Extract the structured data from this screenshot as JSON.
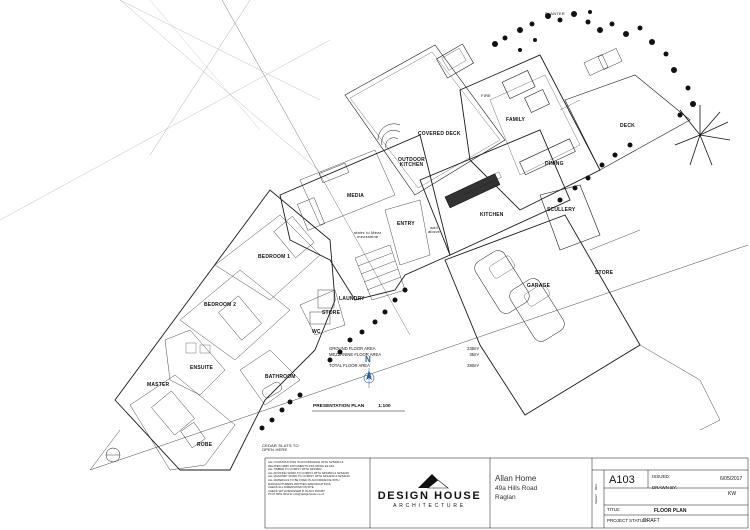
{
  "rooms": {
    "covered_deck": "COVERED DECK",
    "family": "FAMILY",
    "fire": "FIRE",
    "dining": "DINING",
    "deck": "DECK",
    "outdoor_kitchen": "OUTDOOR\nKITCHEN",
    "media": "MEDIA",
    "entry": "ENTRY",
    "stairs": "stairs to Mezz\nmezzanine",
    "wall_above": "wall\nabove",
    "kitchen": "KITCHEN",
    "scullery": "SCULLERY",
    "store_garage": "STORE",
    "garage": "GARAGE",
    "bedroom1": "BEDROOM 1",
    "bedroom2": "BEDROOM 2",
    "laundry": "LAUNDRY",
    "store_hall": "STORE",
    "wc": "WC",
    "ensuite": "ENSUITE",
    "bathroom": "BATHROOM",
    "master": "MASTER",
    "robe": "ROBE",
    "planter": "PLANTER",
    "cedar": "CEDAR SLATS TO\nOPEN HERE"
  },
  "areas": [
    {
      "label": "GROUND FLOOR AREA",
      "value": "235m²"
    },
    {
      "label": "MEZZANINE FLOOR AREA",
      "value": "35m²"
    }
  ],
  "total": {
    "label": "TOTAL FLOOR AREA",
    "value": "280m²"
  },
  "presentation": {
    "title": "PRESENTATION PLAN",
    "scale": "1:100"
  },
  "compass": "N",
  "notes": [
    "ALL CONSTRUCTION IN ACCORDANCE WITH NZS3604 &",
    "RELATED NZBC DOCUMENTS INCLUDING E2 AS1",
    "ALL TIMBER TO COMPLY WITH NZS3602",
    "ALL ROOFING WORK TO COMPLY WITH NZS3604 & NZS4206",
    "ALL MASONRY WORK TO COMPLY WITH NZS4229 & NZS4210",
    "ALL MATERIALS TO BE FIXED IN ACCORDANCE WITH",
    "MANUFACTURERS WRITTEN SPECIFICATIONS",
    "CHECK ALL DIMENSIONS ON SITE",
    "CHECK WITH DESIGNER IF IN ANY DOUBT",
    "Ph 07 8251 0010   E: info@designhouse.co.nz"
  ],
  "logo": {
    "brand": "DESIGN HOUSE",
    "sub": "ARCHITECTURE"
  },
  "client": {
    "name": "Allan Home",
    "address1": "49a Hills Road",
    "address2": "Raglan"
  },
  "titleblock": {
    "sheet": "A103",
    "issued_label": "ISSUED:",
    "issued_value": "6/05/2017",
    "drawn_label": "DRAWN BY:",
    "drawn_value": "KW",
    "title_label": "TITLE:",
    "title_value": "FLOOR PLAN",
    "status_label": "PROJECT STATUS:",
    "status_value": "DRAFT",
    "rev_label": "REV",
    "sheet_label": "SHEET"
  },
  "colors": {
    "line": "#1a1a1a",
    "compass": "#2f5d9c",
    "tree": "#111111"
  }
}
